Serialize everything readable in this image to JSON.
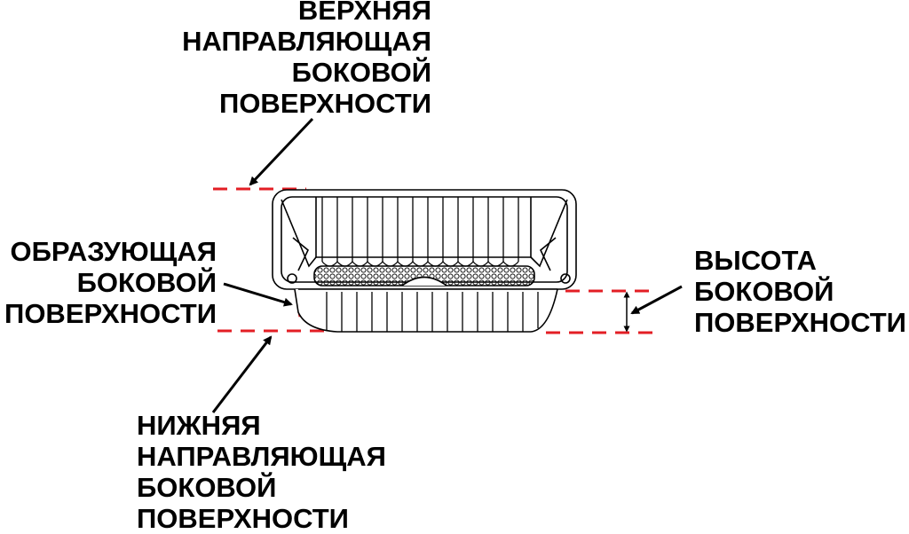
{
  "diagram": {
    "subject": "tray",
    "guide_color": "#e31e24",
    "line_color": "#000000",
    "labels": {
      "top_guide": {
        "lines": [
          "ВЕРХНЯЯ",
          "НАПРАВЛЯЮЩАЯ",
          "БОКОВОЙ",
          "ПОВЕРХНОСТИ"
        ]
      },
      "generatrix": {
        "lines": [
          "ОБРАЗУЮЩАЯ",
          "БОКОВОЙ",
          "ПОВЕРХНОСТИ"
        ]
      },
      "height": {
        "lines": [
          "ВЫСОТА",
          "БОКОВОЙ",
          "ПОВЕРХНОСТИ"
        ]
      },
      "bottom_guide": {
        "lines": [
          "НИЖНЯЯ",
          "НАПРАВЛЯЮЩАЯ",
          "БОКОВОЙ",
          "ПОВЕРХНОСТИ"
        ]
      }
    }
  }
}
